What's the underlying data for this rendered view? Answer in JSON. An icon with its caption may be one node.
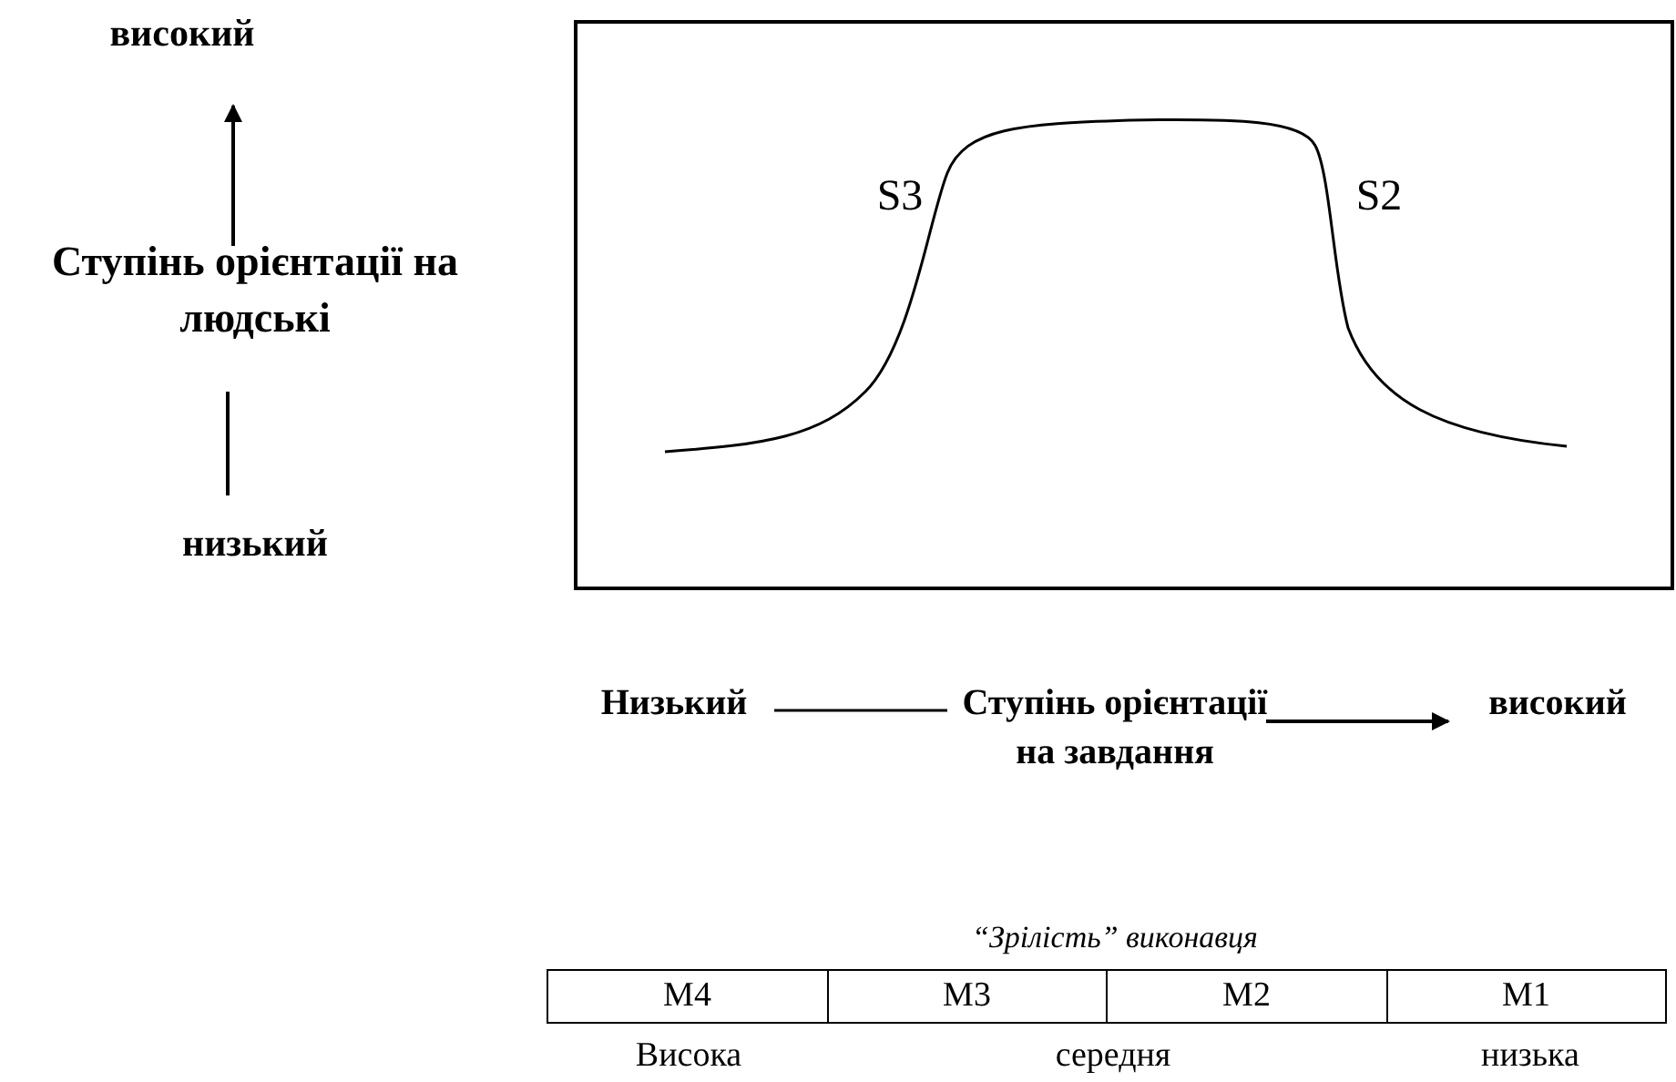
{
  "diagram": {
    "labels": [
      "високий",
      "Ступінь орієнтації на людські",
      "низький",
      "S3",
      "S2",
      "Низький",
      "Ступінь орієнтації на завдання",
      "високий",
      "“Зрілість” виконавця",
      "M4",
      "M3",
      "M2",
      "M1",
      "Висока",
      "середня",
      "низька"
    ]
  }
}
